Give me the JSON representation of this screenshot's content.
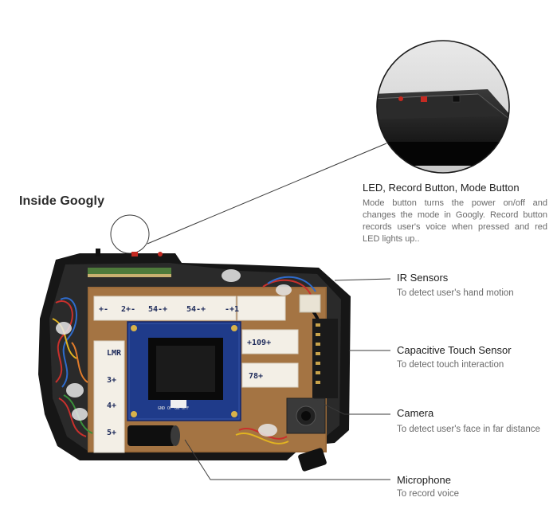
{
  "heading": "Inside Googly",
  "callouts": {
    "led": {
      "title": "LED, Record Button, Mode Button",
      "description": "Mode button turns the power on/off and changes the mode in Googly. Record button records user's voice when pressed and red LED lights up.."
    },
    "ir": {
      "title": "IR Sensors",
      "description": "To detect user's hand motion"
    },
    "touch": {
      "title": "Capacitive Touch Sensor",
      "description": "To detect touch interaction"
    },
    "camera": {
      "title": "Camera",
      "description": "To detect user's face in far distance"
    },
    "mic": {
      "title": "Microphone",
      "description": "To record voice"
    }
  },
  "board_labels": {
    "top": [
      "+-",
      "2+-",
      "54-+",
      "54-+",
      "-+1"
    ],
    "left": [
      "LMR",
      "3+",
      "4+",
      "5+"
    ],
    "right_top": "+109+",
    "right_mid": "78+",
    "pcb_text": "GND OF ON OFF"
  },
  "colors": {
    "line": "#3a3a3a",
    "pcb_blue": "#1f3b8a",
    "case_black": "#1b1b1b",
    "tape": "#f4efe4",
    "led_red": "#d8261e"
  }
}
